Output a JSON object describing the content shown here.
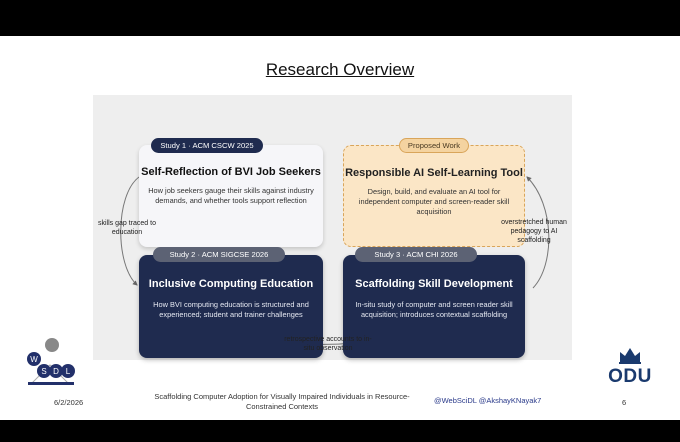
{
  "slide": {
    "title": "Research Overview",
    "date": "6/2/2026",
    "footer_title": "Scaffolding Computer Adoption for Visually Impaired Individuals in Resource-Constrained Contexts",
    "handles": "@WebSciDL @AkshayKNayak7",
    "page_number": "6"
  },
  "diagram": {
    "study1": {
      "pill": "Study 1 · ACM CSCW 2025",
      "title": "Self-Reflection of BVI Job Seekers",
      "desc": "How job seekers gauge their skills against industry demands, and whether tools support reflection"
    },
    "proposed": {
      "pill": "Proposed Work",
      "title": "Responsible AI Self-Learning Tool",
      "desc": "Design, build, and evaluate an AI tool for independent computer and screen-reader skill acquisition"
    },
    "study2": {
      "pill": "Study 2 · ACM SIGCSE 2026",
      "title": "Inclusive Computing Education",
      "desc": "How BVI computing education is structured and experienced; student and trainer challenges"
    },
    "study3": {
      "pill": "Study 3 · ACM CHI 2026",
      "title": "Scaffolding Skill Development",
      "desc": "In-situ study of computer and screen reader skill acquisition; introduces contextual scaffolding"
    },
    "arrows": {
      "left": "skills gap traced to education",
      "bottom": "retrospective accounts to in-situ observation",
      "right": "overstretched human pedagogy to AI scaffolding"
    }
  },
  "logos": {
    "wsdl": "WSDL",
    "wsdl_letters": [
      "W",
      "S",
      "D",
      "L"
    ],
    "odu": "ODU"
  },
  "colors": {
    "navy": "#1f2b4f",
    "proposed_fill": "#fbe6c6",
    "proposed_border": "#d9a55a",
    "odu_blue": "#1a3a6e"
  }
}
